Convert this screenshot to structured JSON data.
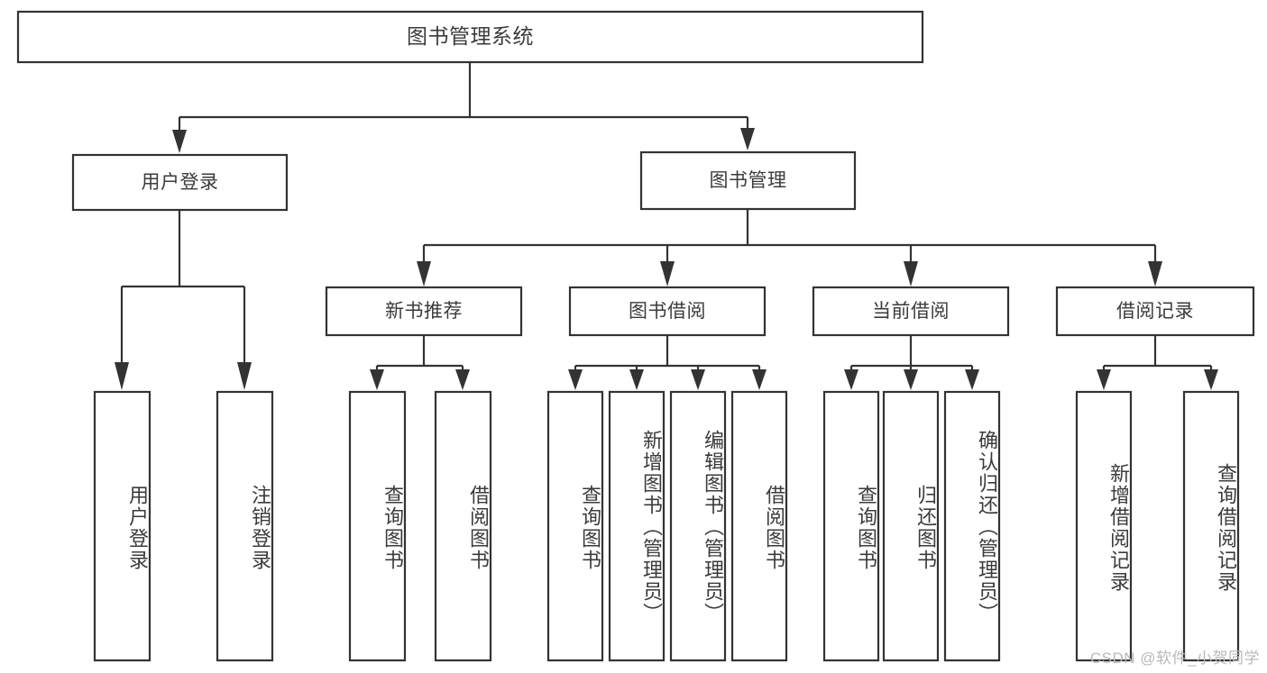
{
  "diagram": {
    "type": "tree-hierarchy-chart",
    "title_node": "图书管理系统",
    "stroke_color": "#333333",
    "text_color": "#3b3b3b",
    "background_color": "#ffffff",
    "nodes": {
      "root": "图书管理系统",
      "level1": [
        "用户登录",
        "图书管理"
      ],
      "level2": [
        "新书推荐",
        "图书借阅",
        "当前借阅",
        "借阅记录"
      ],
      "leaves_user_login": [
        "用户登录",
        "注销登录"
      ],
      "leaves_new_book": [
        "查询图书",
        "借阅图书"
      ],
      "leaves_borrow": [
        "查询图书",
        "新增图书（管理员）",
        "编辑图书（管理员）",
        "借阅图书"
      ],
      "leaves_current": [
        "查询图书",
        "归还图书",
        "确认归还（管理员）"
      ],
      "leaves_record": [
        "新增借阅记录",
        "查询借阅记录"
      ]
    }
  },
  "watermark": {
    "text": "CSDN @软件_小贺同学"
  }
}
